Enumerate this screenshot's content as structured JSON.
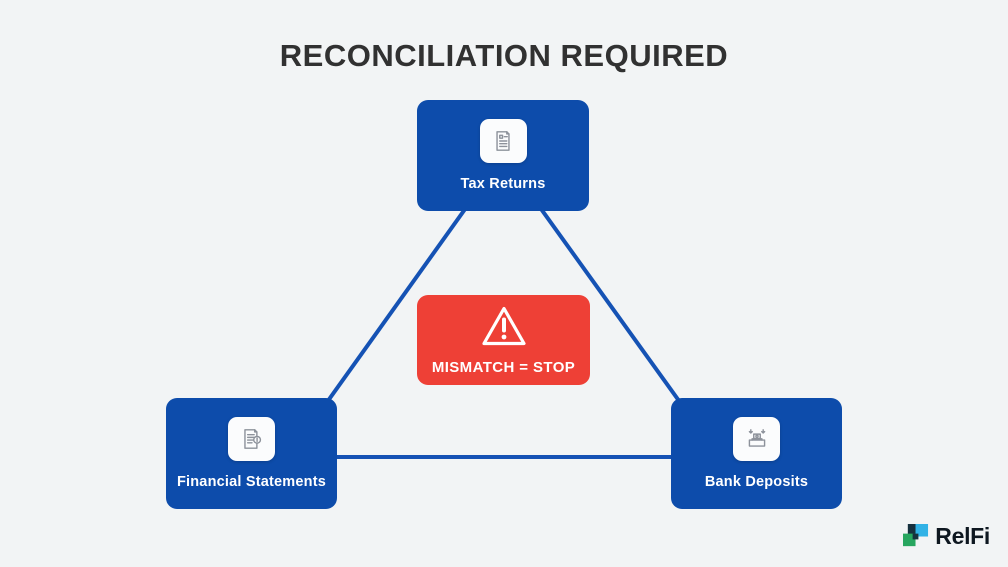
{
  "title": "RECONCILIATION REQUIRED",
  "diagram": {
    "nodes": [
      {
        "id": "tax-returns",
        "label": "Tax Returns",
        "icon": "tax-return-document-icon"
      },
      {
        "id": "financial-statements",
        "label": "Financial Statements",
        "icon": "financial-statement-document-icon"
      },
      {
        "id": "bank-deposits",
        "label": "Bank Deposits",
        "icon": "cash-deposit-icon"
      }
    ],
    "warning": {
      "label": "MISMATCH = STOP",
      "icon": "warning-triangle-icon"
    }
  },
  "logo": {
    "text": "RelFi",
    "icon": "relfi-logo-mark"
  },
  "colors": {
    "background": "#f2f4f5",
    "node-blue": "#0d4cab",
    "connector-blue": "#1552b4",
    "warning-red": "#ee4036",
    "title-text": "#313131",
    "icon-gray": "#8d929b",
    "logo-cyan": "#31b2e6",
    "logo-green": "#27a65f",
    "logo-navy": "#16303e",
    "logo-text": "#0e1720"
  }
}
